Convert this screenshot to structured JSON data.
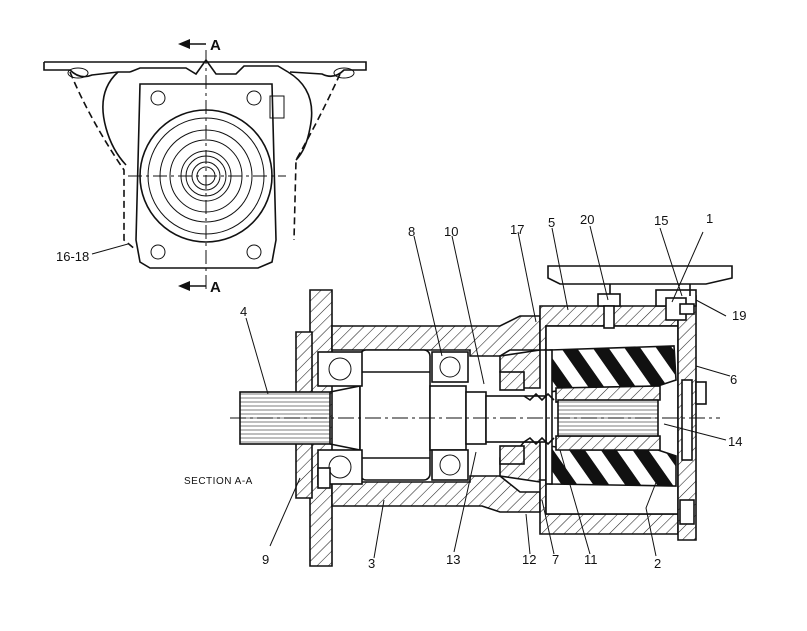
{
  "section_label": "SECTION A-A",
  "section_marks": {
    "top": "A",
    "bottom": "A"
  },
  "callouts": [
    {
      "id": "c1",
      "text": "1"
    },
    {
      "id": "c2",
      "text": "2"
    },
    {
      "id": "c3",
      "text": "3"
    },
    {
      "id": "c4",
      "text": "4"
    },
    {
      "id": "c5",
      "text": "5"
    },
    {
      "id": "c6",
      "text": "6"
    },
    {
      "id": "c7",
      "text": "7"
    },
    {
      "id": "c8",
      "text": "8"
    },
    {
      "id": "c9",
      "text": "9"
    },
    {
      "id": "c10",
      "text": "10"
    },
    {
      "id": "c11",
      "text": "11"
    },
    {
      "id": "c12",
      "text": "12"
    },
    {
      "id": "c13",
      "text": "13"
    },
    {
      "id": "c14",
      "text": "14"
    },
    {
      "id": "c15",
      "text": "15"
    },
    {
      "id": "c16",
      "text": "16-18"
    },
    {
      "id": "c19",
      "text": "19"
    },
    {
      "id": "c20",
      "text": "20"
    }
  ]
}
